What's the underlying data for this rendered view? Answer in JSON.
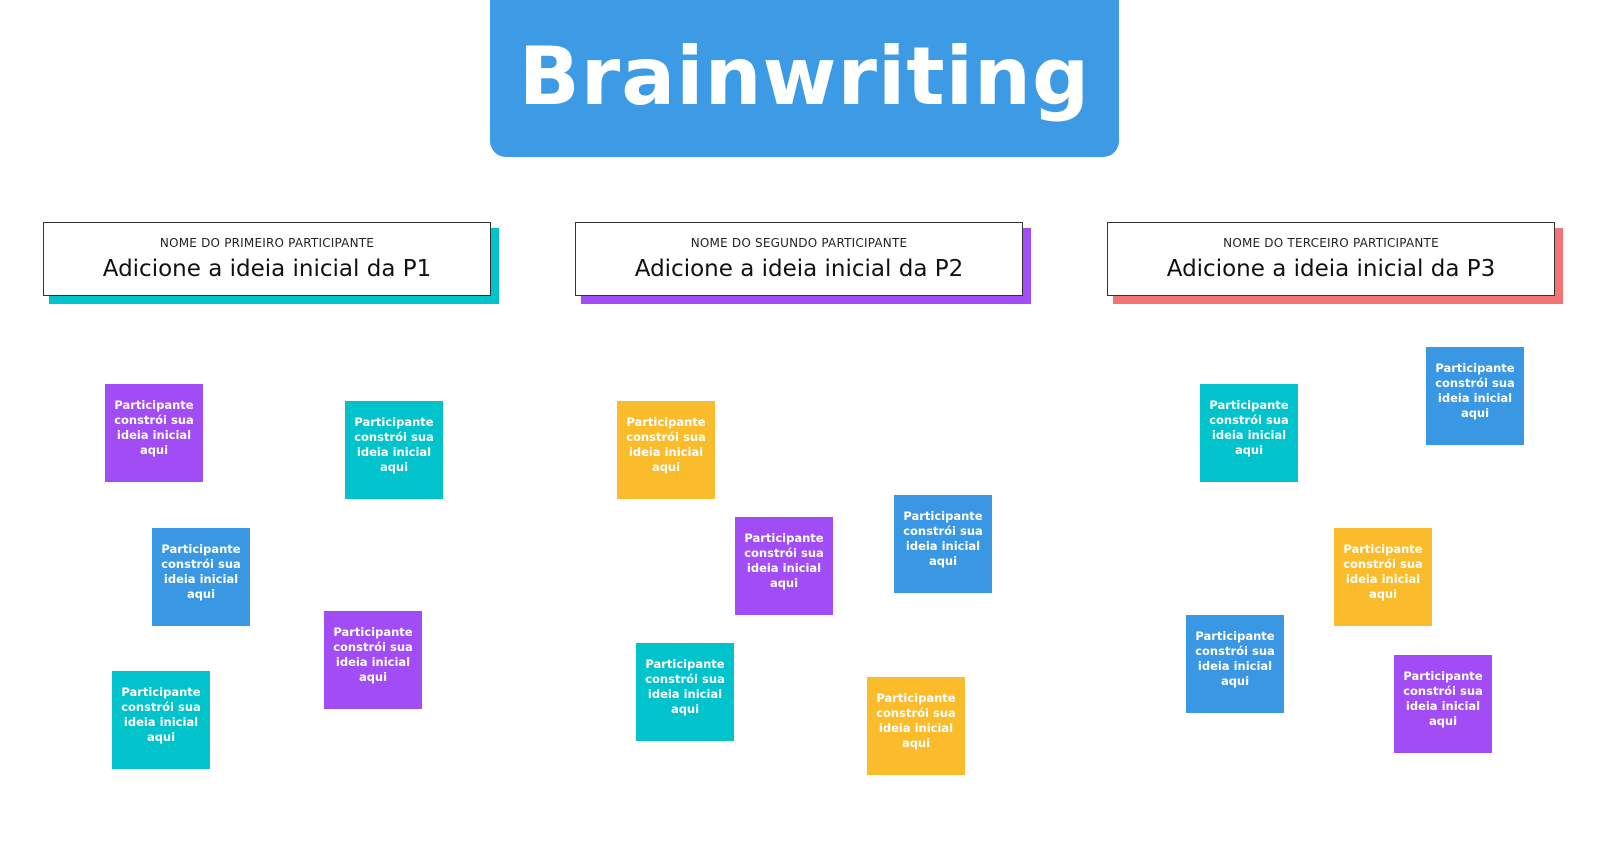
{
  "title": "Brainwriting",
  "colors": {
    "title_bg": "#3d9be6",
    "teal": "#00c3cc",
    "purple": "#a24cf6",
    "blue": "#3a97e4",
    "yellow": "#fbbc2c",
    "coral": "#f27474"
  },
  "participants": [
    {
      "label": "NOME DO PRIMEIRO PARTICIPANTE",
      "idea": "Adicione a ideia inicial da P1",
      "accent": "teal"
    },
    {
      "label": "NOME DO SEGUNDO PARTICIPANTE",
      "idea": "Adicione a ideia inicial da P2",
      "accent": "purple"
    },
    {
      "label": "NOME DO TERCEIRO PARTICIPANTE",
      "idea": "Adicione a ideia inicial da P3",
      "accent": "coral"
    }
  ],
  "notes": [
    {
      "text": "Participante constrói sua ideia inicial aqui",
      "color": "purple"
    },
    {
      "text": "Participante constrói sua ideia inicial aqui",
      "color": "teal"
    },
    {
      "text": "Participante constrói sua ideia inicial aqui",
      "color": "blue"
    },
    {
      "text": "Participante constrói sua ideia inicial aqui",
      "color": "purple"
    },
    {
      "text": "Participante constrói sua ideia inicial aqui",
      "color": "teal"
    },
    {
      "text": "Participante constrói sua ideia inicial aqui",
      "color": "yellow"
    },
    {
      "text": "Participante constrói sua ideia inicial aqui",
      "color": "purple"
    },
    {
      "text": "Participante constrói sua ideia inicial aqui",
      "color": "blue"
    },
    {
      "text": "Participante constrói sua ideia inicial aqui",
      "color": "teal"
    },
    {
      "text": "Participante constrói sua ideia inicial aqui",
      "color": "yellow"
    },
    {
      "text": "Participante constrói sua ideia inicial aqui",
      "color": "teal"
    },
    {
      "text": "Participante constrói sua ideia inicial aqui",
      "color": "blue"
    },
    {
      "text": "Participante constrói sua ideia inicial aqui",
      "color": "yellow"
    },
    {
      "text": "Participante constrói sua ideia inicial aqui",
      "color": "blue"
    },
    {
      "text": "Participante constrói sua ideia inicial aqui",
      "color": "purple"
    }
  ]
}
